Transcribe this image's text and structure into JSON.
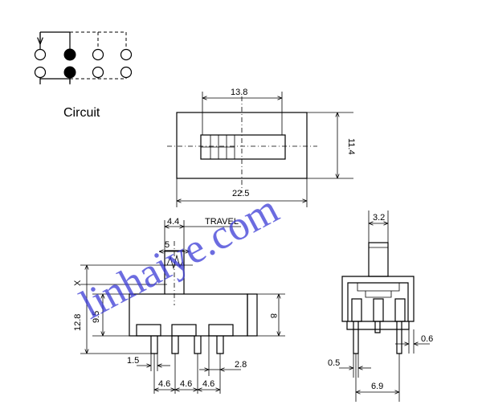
{
  "circuit": {
    "caption": "Circuit"
  },
  "top_view": {
    "width_dim": "13.8",
    "height_dim": "11.4",
    "overall_dim": "22.5"
  },
  "side_view": {
    "travel_dim": "4.4",
    "travel_label": "TRAVEL",
    "lever_dim": "5",
    "x_label": "X",
    "height_total": "12.8",
    "height_body": "9.5",
    "body_height": "8",
    "pin_width": "1.5",
    "pitch_1": "4.6",
    "pitch_2": "4.6",
    "pitch_3": "4.6",
    "pin_end": "2.8"
  },
  "end_view": {
    "lever_width": "3.2",
    "side_offset": "0.6",
    "pin_thickness": "0.5",
    "pin_span": "6.9"
  },
  "watermark": "linhaiye.com"
}
